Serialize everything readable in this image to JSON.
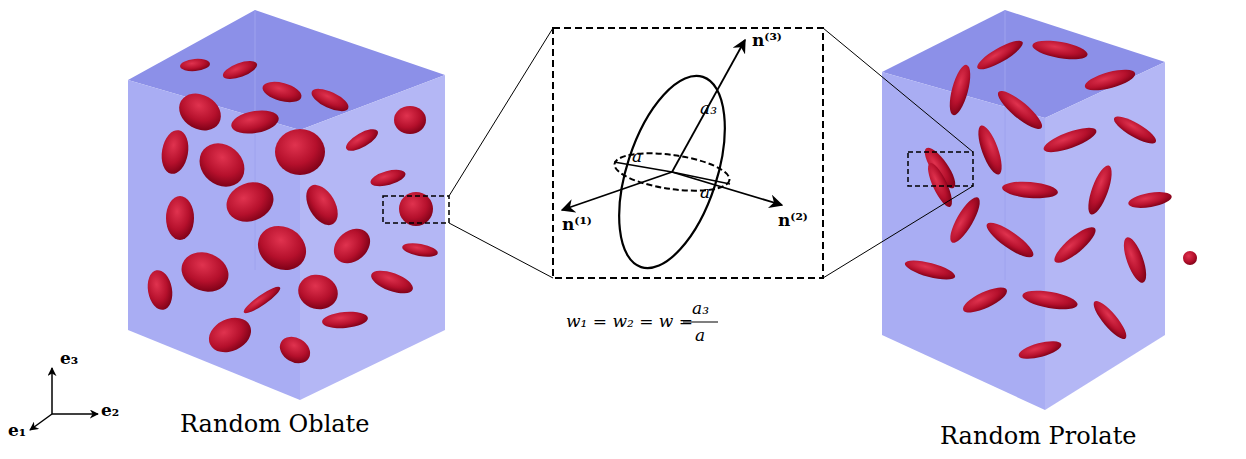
{
  "diagram": {
    "labels": [
      "Random Oblate",
      "Random Prolate",
      "e₃",
      "e₂",
      "e₁",
      "n⁽³⁾",
      "n⁽¹⁾",
      "n⁽²⁾",
      "a₃",
      "a",
      "a",
      "w₁ = w₂ = w =",
      "a₃",
      "a"
    ]
  }
}
